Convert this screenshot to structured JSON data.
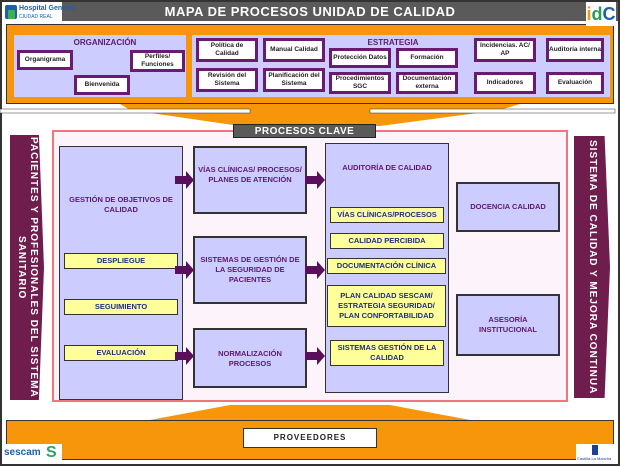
{
  "header": {
    "title": "MAPA DE PROCESOS UNIDAD DE CALIDAD",
    "logo_left": {
      "name": "Hospital General",
      "subtitle": "CIUDAD REAL"
    },
    "logo_right": {
      "text": "idC"
    }
  },
  "organizacion": {
    "title": "ORGANIZACIÓN",
    "items": [
      "Organigrama",
      "Bienvenida",
      "Perfiles/ Funciones"
    ]
  },
  "estrategia": {
    "title": "ESTRATEGIA",
    "items": [
      "Política de Calidad",
      "Manual Calidad",
      "Revisión del Sistema",
      "Planificación del Sistema",
      "Protección Datos",
      "Formación",
      "Procedimientos SGC",
      "Documentación externa",
      "Incidencias. AC/ AP",
      "Auditoría interna",
      "Indicadores",
      "Evaluación"
    ]
  },
  "procesos_clave": {
    "label": "PROCESOS CLAVE",
    "gestion": {
      "title": "GESTIÓN DE OBJETIVOS DE CALIDAD",
      "items": [
        "DESPLIEGUE",
        "SEGUIMIENTO",
        "EVALUACIÓN"
      ]
    },
    "middle": [
      "VÍAS CLÍNICAS/ PROCESOS/ PLANES DE ATENCIÓN",
      "SISTEMAS DE GESTIÓN DE LA SEGURIDAD DE PACIENTES",
      "NORMALIZACIÓN PROCESOS"
    ],
    "auditoria": {
      "title": "AUDITORÍA DE CALIDAD",
      "items": [
        "VÍAS CLÍNICAS/PROCESOS",
        "CALIDAD PERCIBIDA",
        "DOCUMENTACIÓN CLÍNICA",
        "PLAN CALIDAD SESCAM/ ESTRATEGIA SEGURIDAD/ PLAN CONFORTABILIDAD",
        "SISTEMAS GESTIÓN DE LA CALIDAD"
      ]
    },
    "right": [
      "DOCENCIA CALIDAD",
      "ASESORÍA INSTITUCIONAL"
    ]
  },
  "side_left": "PACIENTES Y PROFESIONALES DEL SISTEMA SANITARIO",
  "side_right": "SISTEMA DE CALIDAD Y MEJORA CONTINUA",
  "footer": {
    "proveedores": "PROVEEDORES",
    "logo_left": "sescam",
    "logo_right": "Castilla-La Mancha"
  },
  "colors": {
    "orange": "#f7950b",
    "lavender": "#ccccff",
    "purple": "#5f1870",
    "yellow": "#ffff99",
    "navy": "#1c2d8a",
    "side_band": "#6e1d4d"
  }
}
